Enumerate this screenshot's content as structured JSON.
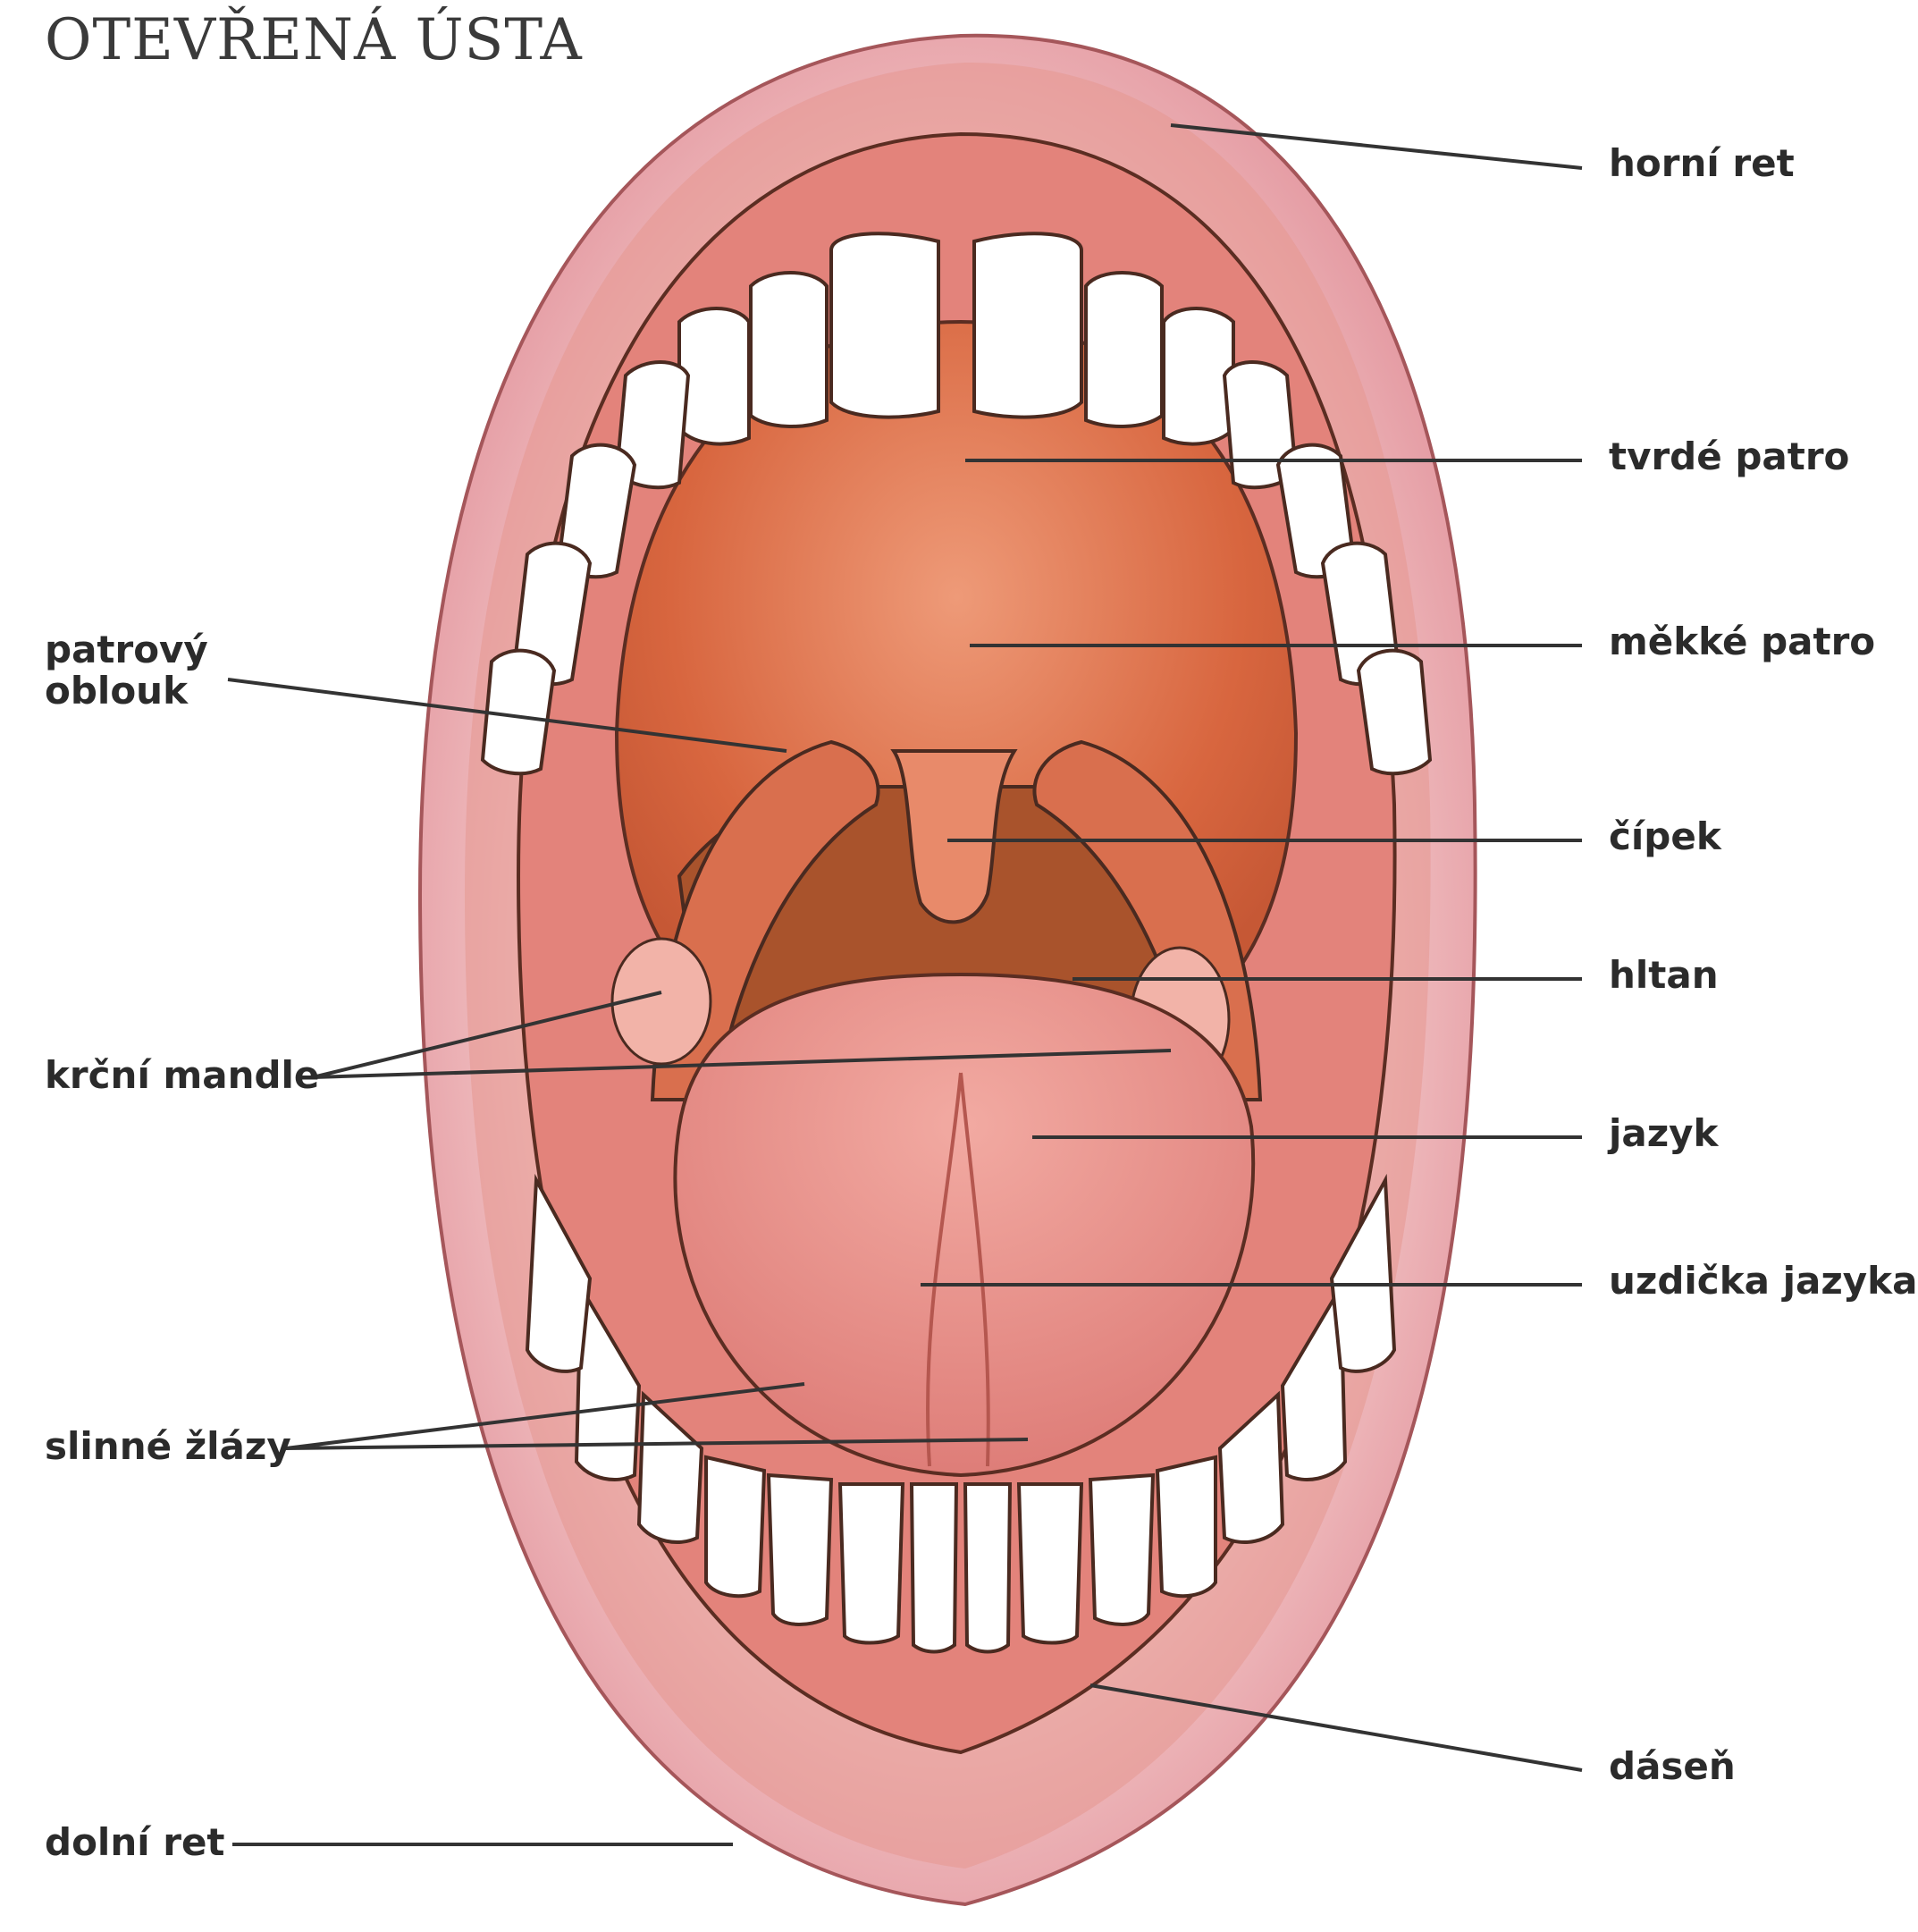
{
  "title": "OTEVŘENÁ ÚSTA",
  "labels": {
    "horni_ret": "horní ret",
    "tvrde_patro": "tvrdé patro",
    "mekke_patro": "měkké patro",
    "patrovy_oblouk_1": "patrový",
    "patrovy_oblouk_2": "oblouk",
    "cipek": "čípek",
    "hltan": "hltan",
    "krcni_mandle": "krční mandle",
    "jazyk": "jazyk",
    "uzdicka_jazyka": "uzdička jazyka",
    "slinne_zlazy": "slinné žlázy",
    "dasen": "dáseň",
    "dolni_ret": "dolní ret"
  },
  "colors": {
    "lip": "#e9a0a6",
    "lip_dark": "#d9757f",
    "gum": "#e38a86",
    "palate": "#d9694c",
    "throat": "#b5572f",
    "tongue": "#e58a86",
    "tooth": "#ffffff",
    "tooth_shade": "#b8d6ec",
    "outline": "#4a2a20",
    "leader": "#333333"
  }
}
